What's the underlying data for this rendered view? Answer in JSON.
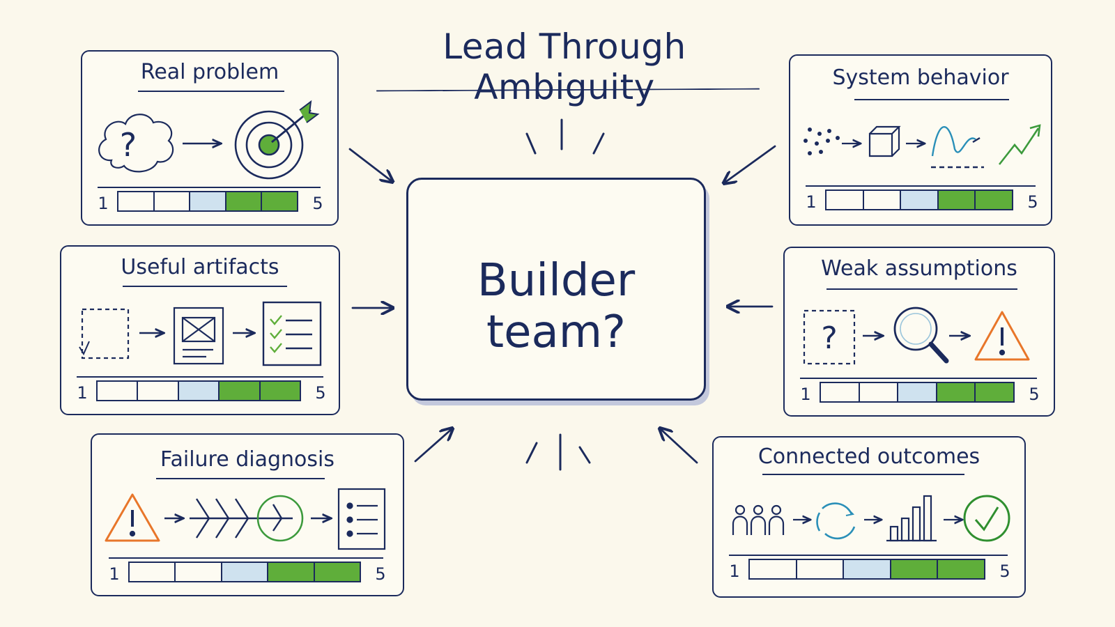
{
  "title": "Lead Through Ambiguity",
  "center": {
    "label": "Builder team?"
  },
  "cards": [
    {
      "id": "real-problem",
      "title": "Real problem",
      "scale_min": "1",
      "scale_max": "5",
      "level": 4
    },
    {
      "id": "useful-artifacts",
      "title": "Useful artifacts",
      "scale_min": "1",
      "scale_max": "5",
      "level": 4
    },
    {
      "id": "failure-diagnosis",
      "title": "Failure diagnosis",
      "scale_min": "1",
      "scale_max": "5",
      "level": 4
    },
    {
      "id": "system-behavior",
      "title": "System behavior",
      "scale_min": "1",
      "scale_max": "5",
      "level": 4
    },
    {
      "id": "weak-assumptions",
      "title": "Weak assumptions",
      "scale_min": "1",
      "scale_max": "5",
      "level": 4
    },
    {
      "id": "connected-outcomes",
      "title": "Connected outcomes",
      "scale_min": "1",
      "scale_max": "5",
      "level": 4
    }
  ],
  "scale_segments": [
    "empty",
    "empty",
    "light",
    "green",
    "green"
  ],
  "colors": {
    "ink": "#1b2a5c",
    "green": "#5fae3a",
    "light_blue": "#cfe2ef",
    "orange": "#e8762a",
    "teal": "#2a8fb8",
    "paper": "#fbf8ec"
  }
}
